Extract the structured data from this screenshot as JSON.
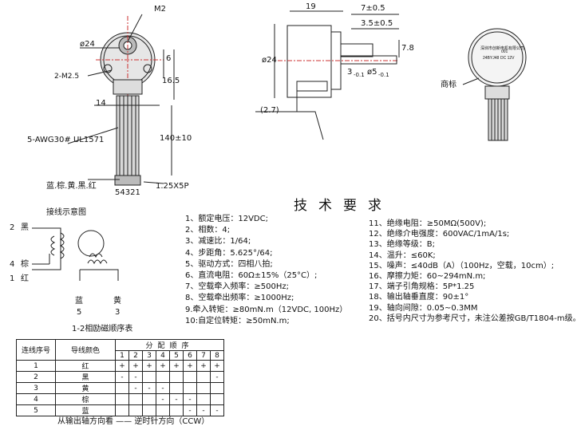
{
  "front_view": {
    "thread": "M2",
    "diameter": "ø24",
    "mount_hole": "2-M2.5",
    "dim_6": "6",
    "dim_16_5": "16.5",
    "dim_14": "14",
    "wire_spec": "5-AWG30# UL1571",
    "dim_140": "140±10",
    "colors": "蓝.棕.黄.黑.红",
    "connector": "1.25X5P",
    "pin_order": "54321"
  },
  "side_view": {
    "dim_19": "19",
    "dim_7": "7±0.5",
    "dim_3_5": "3.5±0.5",
    "dim_phi24": "ø24",
    "dim_3": "3",
    "dim_3_tol": "-0.1",
    "dim_phi5": "ø5",
    "dim_phi5_tol": "-0.1",
    "dim_2_7": "(2.7)",
    "dim_7_8": "7.8"
  },
  "label_view": {
    "trademark": "商标",
    "label_lines": [
      "深圳市创新电机有限公司",
      "24BYJ48",
      "DC 12V",
      "001"
    ]
  },
  "wiring": {
    "title": "接线示意图",
    "wires": [
      {
        "num": "2",
        "color": "黑"
      },
      {
        "num": "4",
        "color": "棕"
      },
      {
        "num": "1",
        "color": "红"
      },
      {
        "num": "5",
        "color": "蓝"
      },
      {
        "num": "3",
        "color": "黄"
      }
    ]
  },
  "spec_title": "技术要求",
  "specs_left": [
    "1、额定电压：12VDC;",
    "2、相数：4;",
    "3、减速比：1/64;",
    "4、步距角：5.625°/64;",
    "5、驱动方式：四相八拍;",
    "6、直流电阻：60Ω±15%（25°C）;",
    "7、空载牵入频率：≥500Hz;",
    "8、空载牵出频率：≥1000Hz;",
    "9.牵入转矩：≥80mN.m（12VDC, 100Hz）",
    "10:自定位转矩：≥50mN.m;"
  ],
  "specs_right": [
    "11、绝缘电阻：≥50MΩ(500V);",
    "12、绝缘介电强度：600VAC/1mA/1s;",
    "13、绝缘等级：B;",
    "14、温升：≤60K;",
    "15、噪声：≤40dB（A）（100Hz，空载，10cm）;",
    "16、摩擦力矩：60~294mN.m;",
    "17、端子引角规格：5P*1.25",
    "18、输出轴垂直度：90±1°",
    "19、轴向间隙：0.05~0.3MM",
    "20、括号内尺寸为参考尺寸，未注公差按GB/T1804-m级。"
  ],
  "sequence": {
    "caption": "1-2相励磁顺序表",
    "header_seq": "连线序号",
    "header_color": "导线颜色",
    "header_dist": "分配顺序",
    "steps": [
      "1",
      "2",
      "3",
      "4",
      "5",
      "6",
      "7",
      "8"
    ],
    "rows": [
      {
        "num": "1",
        "color": "红",
        "cells": [
          "+",
          "+",
          "+",
          "+",
          "+",
          "+",
          "+",
          "+"
        ]
      },
      {
        "num": "2",
        "color": "黑",
        "cells": [
          "-",
          "-",
          "",
          "",
          "",
          "",
          "",
          "-"
        ]
      },
      {
        "num": "3",
        "color": "黄",
        "cells": [
          "",
          "-",
          "-",
          "-",
          "",
          "",
          "",
          ""
        ]
      },
      {
        "num": "4",
        "color": "棕",
        "cells": [
          "",
          "",
          "",
          "-",
          "-",
          "-",
          "",
          ""
        ]
      },
      {
        "num": "5",
        "color": "蓝",
        "cells": [
          "",
          "",
          "",
          "",
          "",
          "-",
          "-",
          "-"
        ]
      }
    ],
    "footer": "从输出轴方向看 —— 逆时针方向（CCW）"
  }
}
